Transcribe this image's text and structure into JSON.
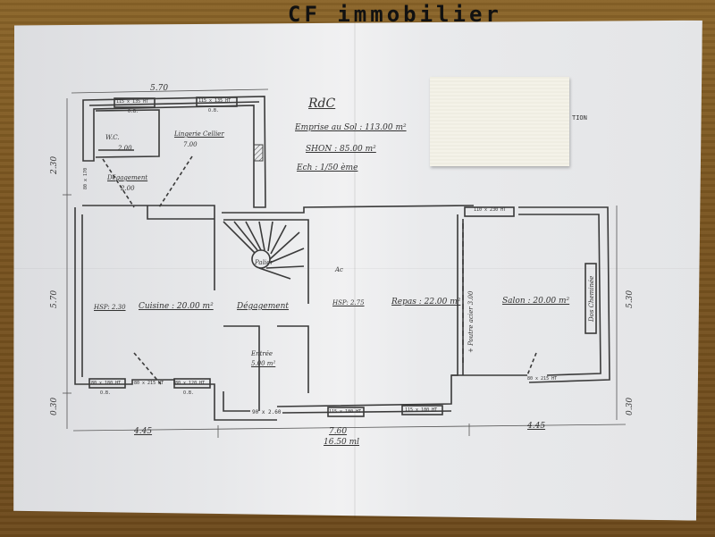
{
  "brand": {
    "name": "CF immobilier"
  },
  "plan": {
    "title": "RdC",
    "emprise_au_sol": "Emprise au Sol : 113.00 m²",
    "shon": "SHON : 85.00 m²",
    "echelle": "Ech : 1/50 ème",
    "partial_label": "TION",
    "rooms": [
      {
        "name": "W.C.",
        "area": "2.00"
      },
      {
        "name": "Lingerie Cellier",
        "area": "7.00"
      },
      {
        "name": "Dégagement",
        "area": "2.00"
      },
      {
        "name": "Cuisine",
        "area": "Cuisine : 20.00 m²",
        "hsp": "HSP: 2.30"
      },
      {
        "name": "Dégagement",
        "area": "Dégagement"
      },
      {
        "name": "Entrée",
        "area": "5.00 m²"
      },
      {
        "name": "Repas",
        "area": "Repas : 22.00 m²",
        "hsp": "HSP: 2.75"
      },
      {
        "name": "Salon",
        "area": "Salon : 20.00 m²"
      },
      {
        "name": "Palier",
        "area": "Palier"
      }
    ],
    "features": {
      "chimney": "Dos Cheminée",
      "beam": "+ Poutre acier 3.00",
      "ac_mark": "Ac"
    },
    "openings": {
      "top_left_window": "115 x 135 HT",
      "top_left_window_type": "O.B.",
      "top_mid_window": "115 x 135 HT",
      "top_mid_window_type": "O.B.",
      "side_door": "80 x 170",
      "kitchen_window_1": "80 x 180 HT",
      "kitchen_window_1_type": "O.B.",
      "kitchen_door": "80 x 215 HT",
      "kitchen_window_2": "80 x 120 HT",
      "kitchen_window_2_type": "O.B.",
      "entry_door": "90 x 2.60",
      "repas_window_1": "115 x 180 HT",
      "repas_window_2": "115 x 180 HT",
      "salon_top_window": "110 x 230 HT",
      "salon_door": "80 x 215 HT"
    },
    "dimensions": {
      "top_width": "5.70",
      "left_top": "2.30",
      "left_mid": "5.70",
      "left_bottom": "0.30",
      "bottom_left": "4.45",
      "bottom_mid": "7.60",
      "bottom_total": "16.50 ml",
      "bottom_right": "4.45",
      "right_mid": "5.30",
      "right_bottom": "0.30"
    }
  }
}
